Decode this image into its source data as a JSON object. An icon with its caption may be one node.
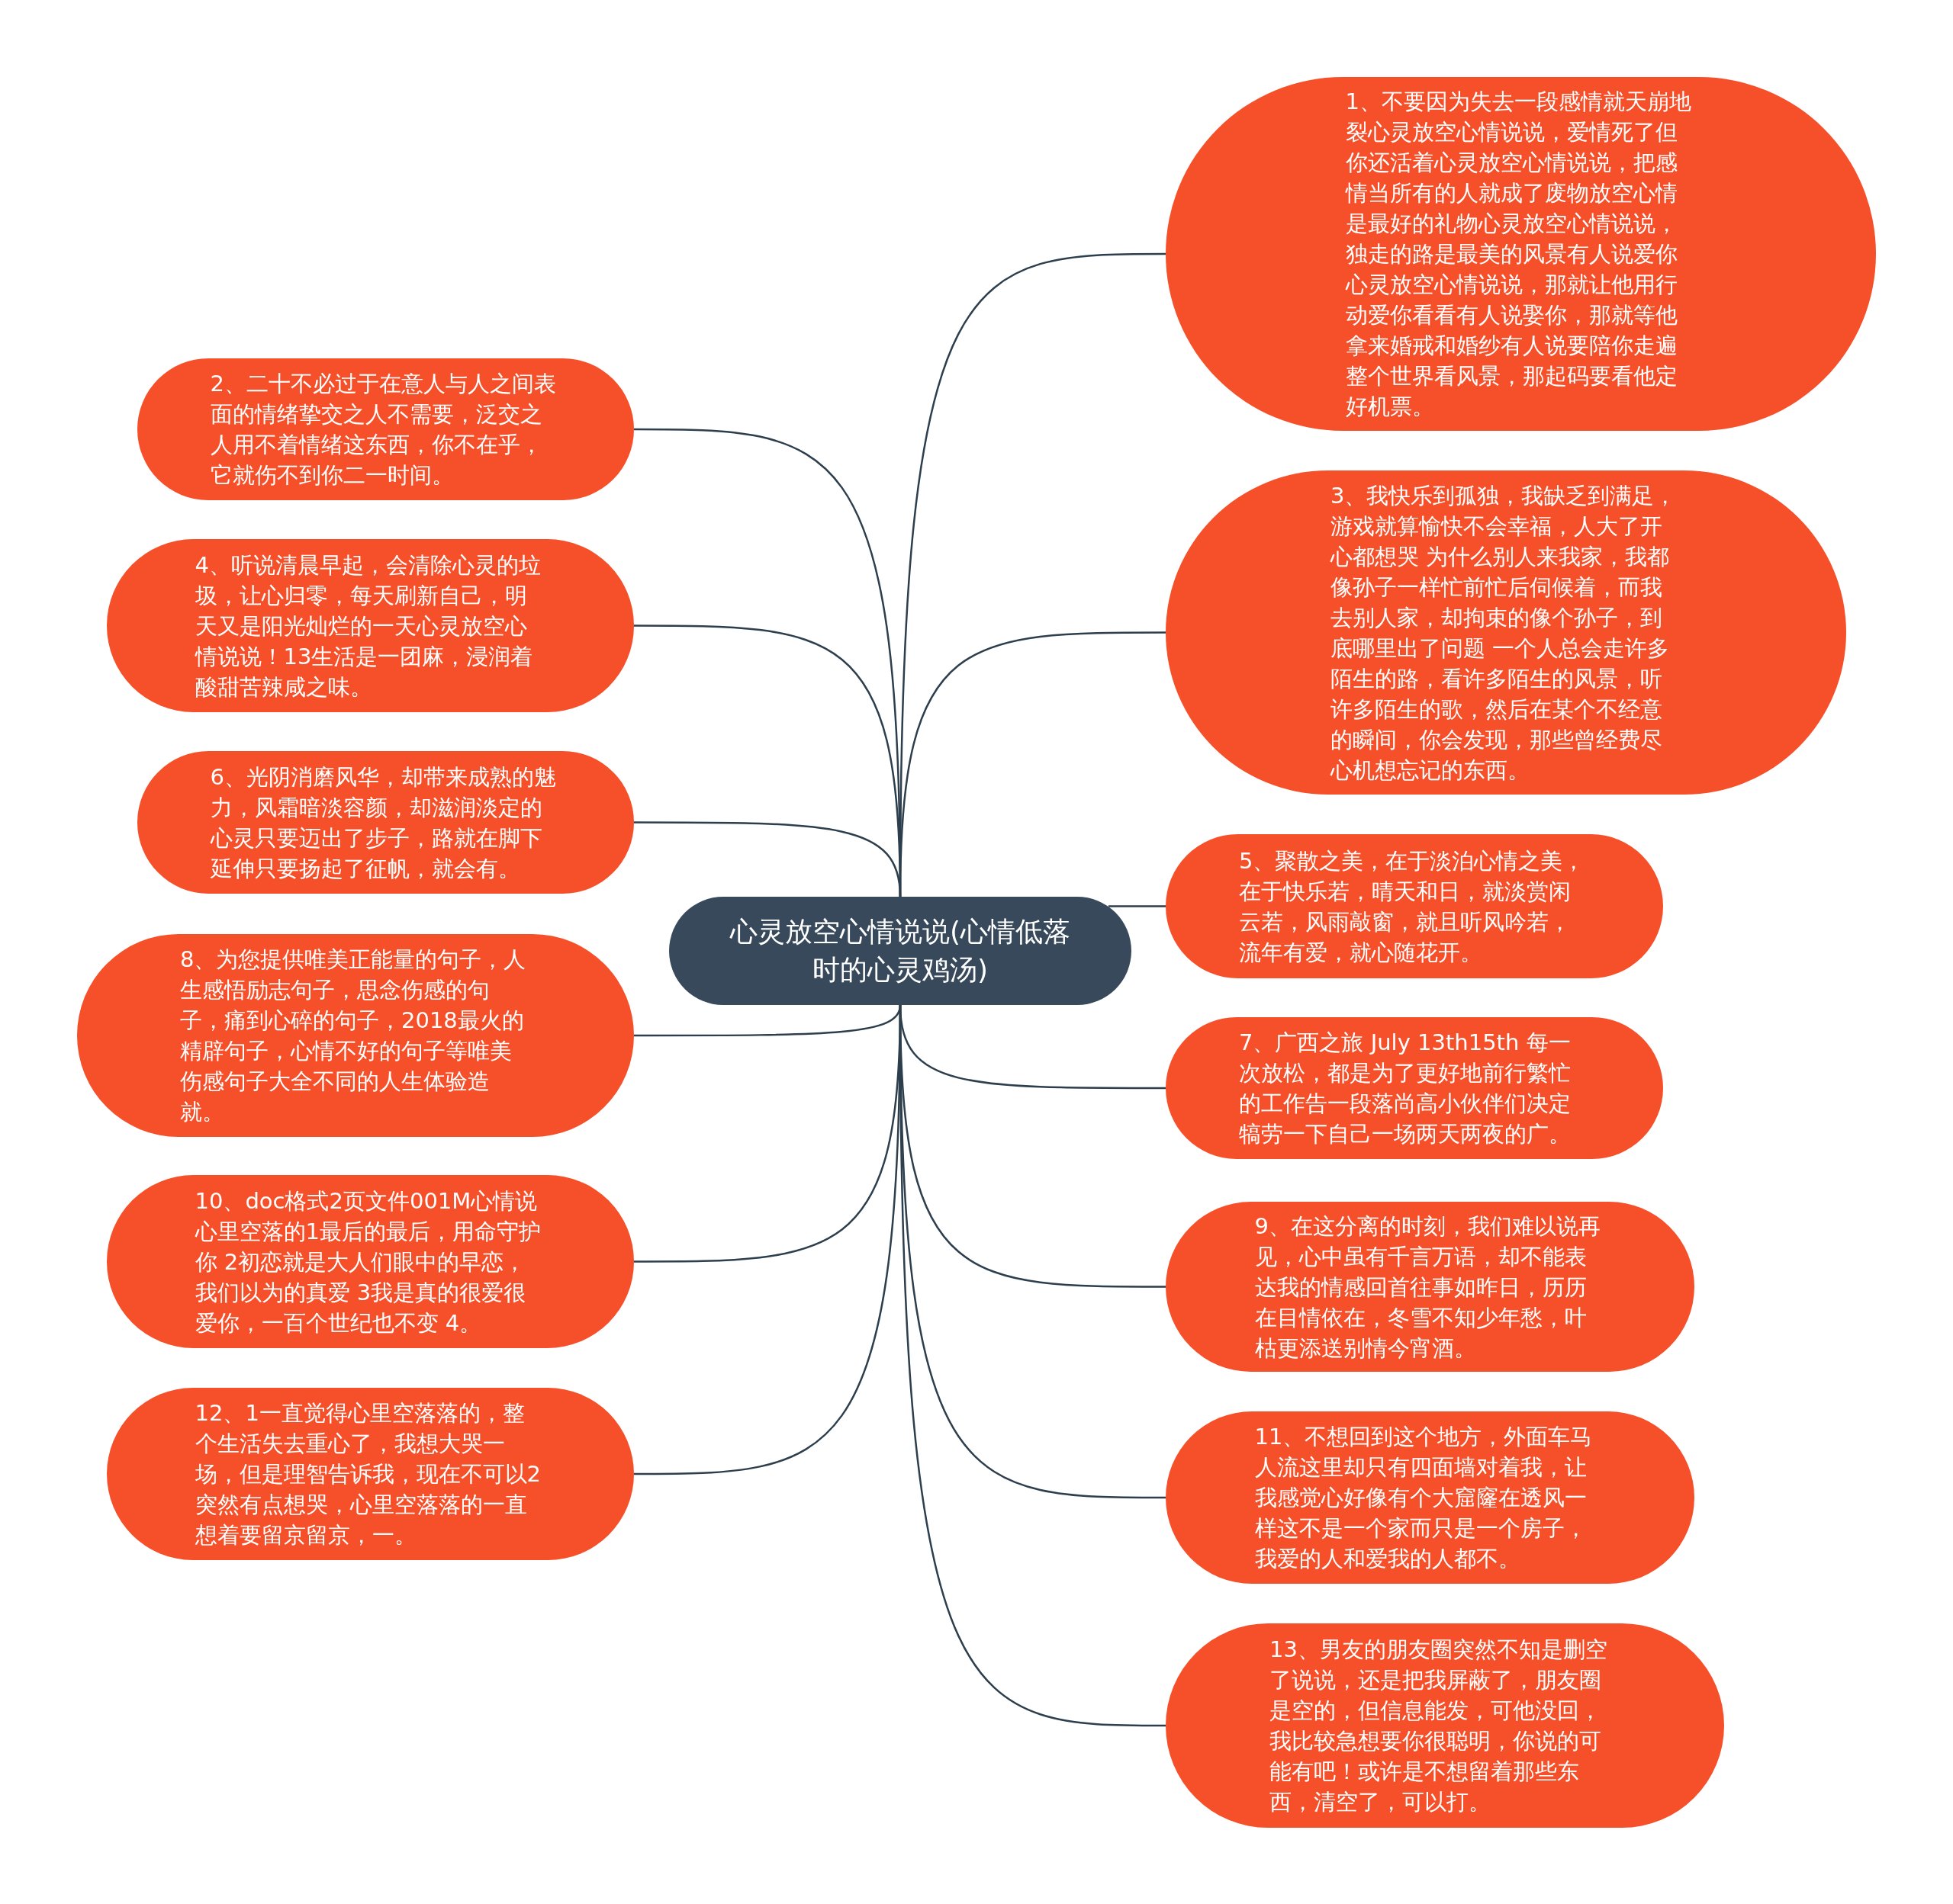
{
  "diagram": {
    "nodes": [
      {
        "text": [
          "心灵放空心情说说(心情低落时的心灵鸡汤)"
        ]
      },
      {
        "text": [
          "1、不要因为失去一段感情就天崩地裂心灵放空心情说说，爱情死了但你还活着心灵放空心情说说，把感情当所有的人就成了废物放空心情是最好的礼物心灵放空心情说说，独走的路是最美的风景有人说爱你心灵放空心情说说，那就让他用行动爱你看看有人说娶你，那就等他拿来婚戒和婚纱有人说要陪你走遍整个世界看风景，那起码要看他定好机票。"
        ]
      },
      {
        "text": [
          "2、二十不必过于在意人与人之间表面的情绪挚交之人不需要，泛交之人用不着情绪这东西，你不在乎，它就伤不到你二一时间。"
        ]
      },
      {
        "text": [
          "3、我快乐到孤独，我缺乏到满足，游戏就算愉快不会幸福，人大了开心都想哭 为什么别人来我家，我都像孙子一样忙前忙后伺候着，而我去别人家，却拘束的像个孙子，到底哪里出了问题 一个人总会走许多陌生的路，看许多陌生的风景，听许多陌生的歌，然后在某个不经意的瞬间，你会发现，那些曾经费尽心机想忘记的东西。"
        ]
      },
      {
        "text": [
          "4、听说清晨早起，会清除心灵的垃圾，让心归零，每天刷新自己，明天又是阳光灿烂的一天心灵放空心情说说！13生活是一团麻，浸润着酸甜苦辣咸之味。"
        ]
      },
      {
        "text": [
          "5、聚散之美，在于淡泊心情之美，在于快乐若，晴天和日，就淡赏闲云若，风雨敲窗，就且听风吟若，流年有爱，就心随花开。"
        ]
      },
      {
        "text": [
          "6、光阴消磨风华，却带来成熟的魅力，风霜暗淡容颜，却滋润淡定的心灵只要迈出了步子，路就在脚下延伸只要扬起了征帆，就会有。"
        ]
      },
      {
        "text": [
          "7、广西之旅 July 13th15th 每一次放松，都是为了更好地前行繁忙的工作告一段落尚高小伙伴们决定犒劳一下自己一场两天两夜的广。"
        ]
      },
      {
        "text": [
          "8、为您提供唯美正能量的句子，人生感悟励志句子，思念伤感的句子，痛到心碎的句子，2018最火的精辟句子，心情不好的句子等唯美伤感句子大全不同的人生体验造就。"
        ]
      },
      {
        "text": [
          "9、在这分离的时刻，我们难以说再见，心中虽有千言万语，却不能表达我的情感回首往事如昨日，历历在目情依在，冬雪不知少年愁，叶枯更添送别情今宵酒。"
        ]
      },
      {
        "text": [
          "10、doc格式2页文件001M心情说心里空落的1最后的最后，用命守护你 2初恋就是大人们眼中的早恋，我们以为的真爱 3我是真的很爱很爱你，一百个世纪也不变 4。"
        ]
      },
      {
        "text": [
          "11、不想回到这个地方，外面车马人流这里却只有四面墙对着我，让我感觉心好像有个大窟窿在透风一样这不是一个家而只是一个房子，我爱的人和爱我的人都不。"
        ]
      },
      {
        "text": [
          "12、1一直觉得心里空落落的，整个生活失去重心了，我想大哭一场，但是理智告诉我，现在不可以2突然有点想哭，心里空落落的一直想着要留京留京，一。"
        ]
      },
      {
        "text": [
          "13、男友的朋友圈突然不知是删空了说说，还是把我屏蔽了，朋友圈是空的，但信息能发，可他没回，我比较急想要你很聪明，你说的可能有吧！或许是不想留着那些东西，清空了，可以打。"
        ]
      }
    ],
    "edges": [
      {
        "from": 0,
        "to": 1,
        "arrow": "none"
      },
      {
        "from": 0,
        "to": 2,
        "arrow": "none"
      },
      {
        "from": 0,
        "to": 3,
        "arrow": "none"
      },
      {
        "from": 0,
        "to": 4,
        "arrow": "none"
      },
      {
        "from": 0,
        "to": 5,
        "arrow": "none"
      },
      {
        "from": 0,
        "to": 6,
        "arrow": "none"
      },
      {
        "from": 0,
        "to": 7,
        "arrow": "none"
      },
      {
        "from": 0,
        "to": 8,
        "arrow": "none"
      },
      {
        "from": 0,
        "to": 9,
        "arrow": "none"
      },
      {
        "from": 0,
        "to": 10,
        "arrow": "none"
      },
      {
        "from": 0,
        "to": 11,
        "arrow": "none"
      },
      {
        "from": 0,
        "to": 12,
        "arrow": "none"
      },
      {
        "from": 0,
        "to": 13,
        "arrow": "none"
      }
    ]
  }
}
